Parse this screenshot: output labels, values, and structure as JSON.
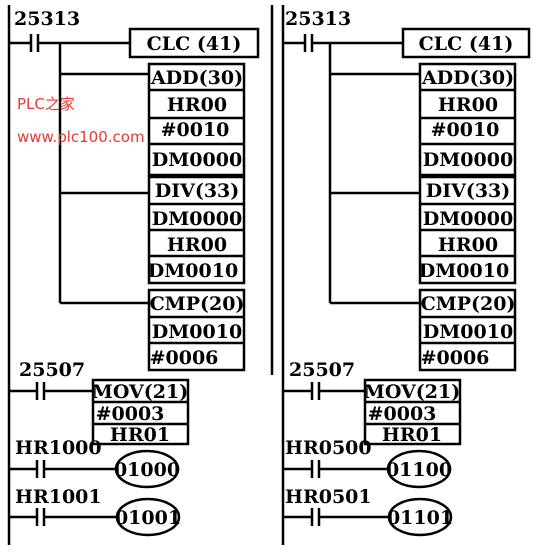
{
  "watermark": {
    "line1": "PLC之家",
    "line2": "www.plc100.com",
    "color": "#e53935"
  },
  "panels": [
    {
      "id": "left",
      "rung1": {
        "contact": "25313",
        "clc": "CLC (41)",
        "add": [
          "ADD(30)",
          "HR00",
          "#0010",
          "DM0000"
        ],
        "div": [
          "DIV(33)",
          "DM0000",
          "HR00",
          "DM0010"
        ],
        "cmp": [
          "CMP(20)",
          "DM0010",
          "#0006"
        ]
      },
      "rung2": {
        "contact": "25507",
        "mov": [
          "MOV(21)",
          "#0003",
          "HR01"
        ]
      },
      "rung3": {
        "contact": "HR1000",
        "coil": "01000"
      },
      "rung4": {
        "contact": "HR1001",
        "coil": "01001"
      }
    },
    {
      "id": "right",
      "rung1": {
        "contact": "25313",
        "clc": "CLC (41)",
        "add": [
          "ADD(30)",
          "HR00",
          "#0010",
          "DM0000"
        ],
        "div": [
          "DIV(33)",
          "DM0000",
          "HR00",
          "DM0010"
        ],
        "cmp": [
          "CMP(20)",
          "DM0010",
          "#0006"
        ]
      },
      "rung2": {
        "contact": "25507",
        "mov": [
          "MOV(21)",
          "#0003",
          "HR01"
        ]
      },
      "rung3": {
        "contact": "HR0500",
        "coil": "01100"
      },
      "rung4": {
        "contact": "HR0501",
        "coil": "01101"
      }
    }
  ]
}
